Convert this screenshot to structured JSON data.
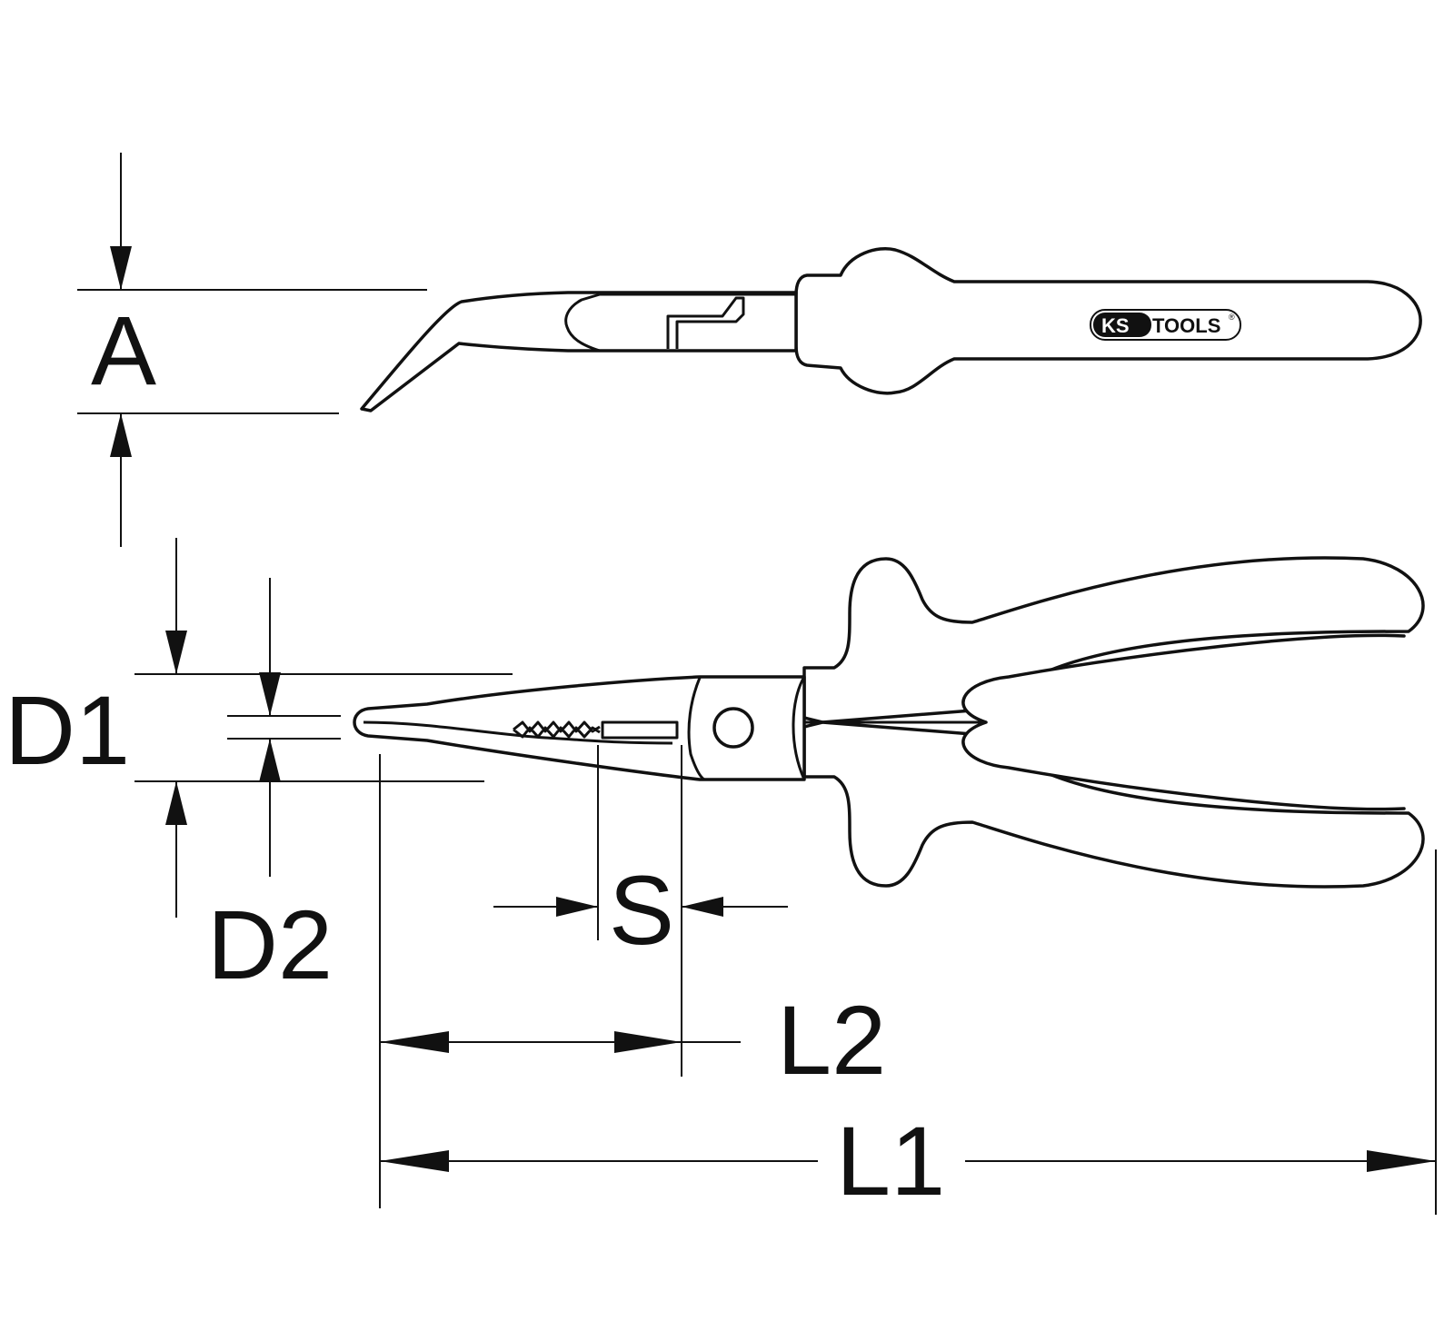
{
  "diagram": {
    "labels": {
      "a": "A",
      "d1": "D1",
      "d2": "D2",
      "s": "S",
      "l2": "L2",
      "l1": "L1"
    },
    "logo": {
      "part1": "KS",
      "part2": "TOOLS",
      "mark": "®"
    },
    "colors": {
      "line": "#111111",
      "background": "#ffffff"
    }
  }
}
